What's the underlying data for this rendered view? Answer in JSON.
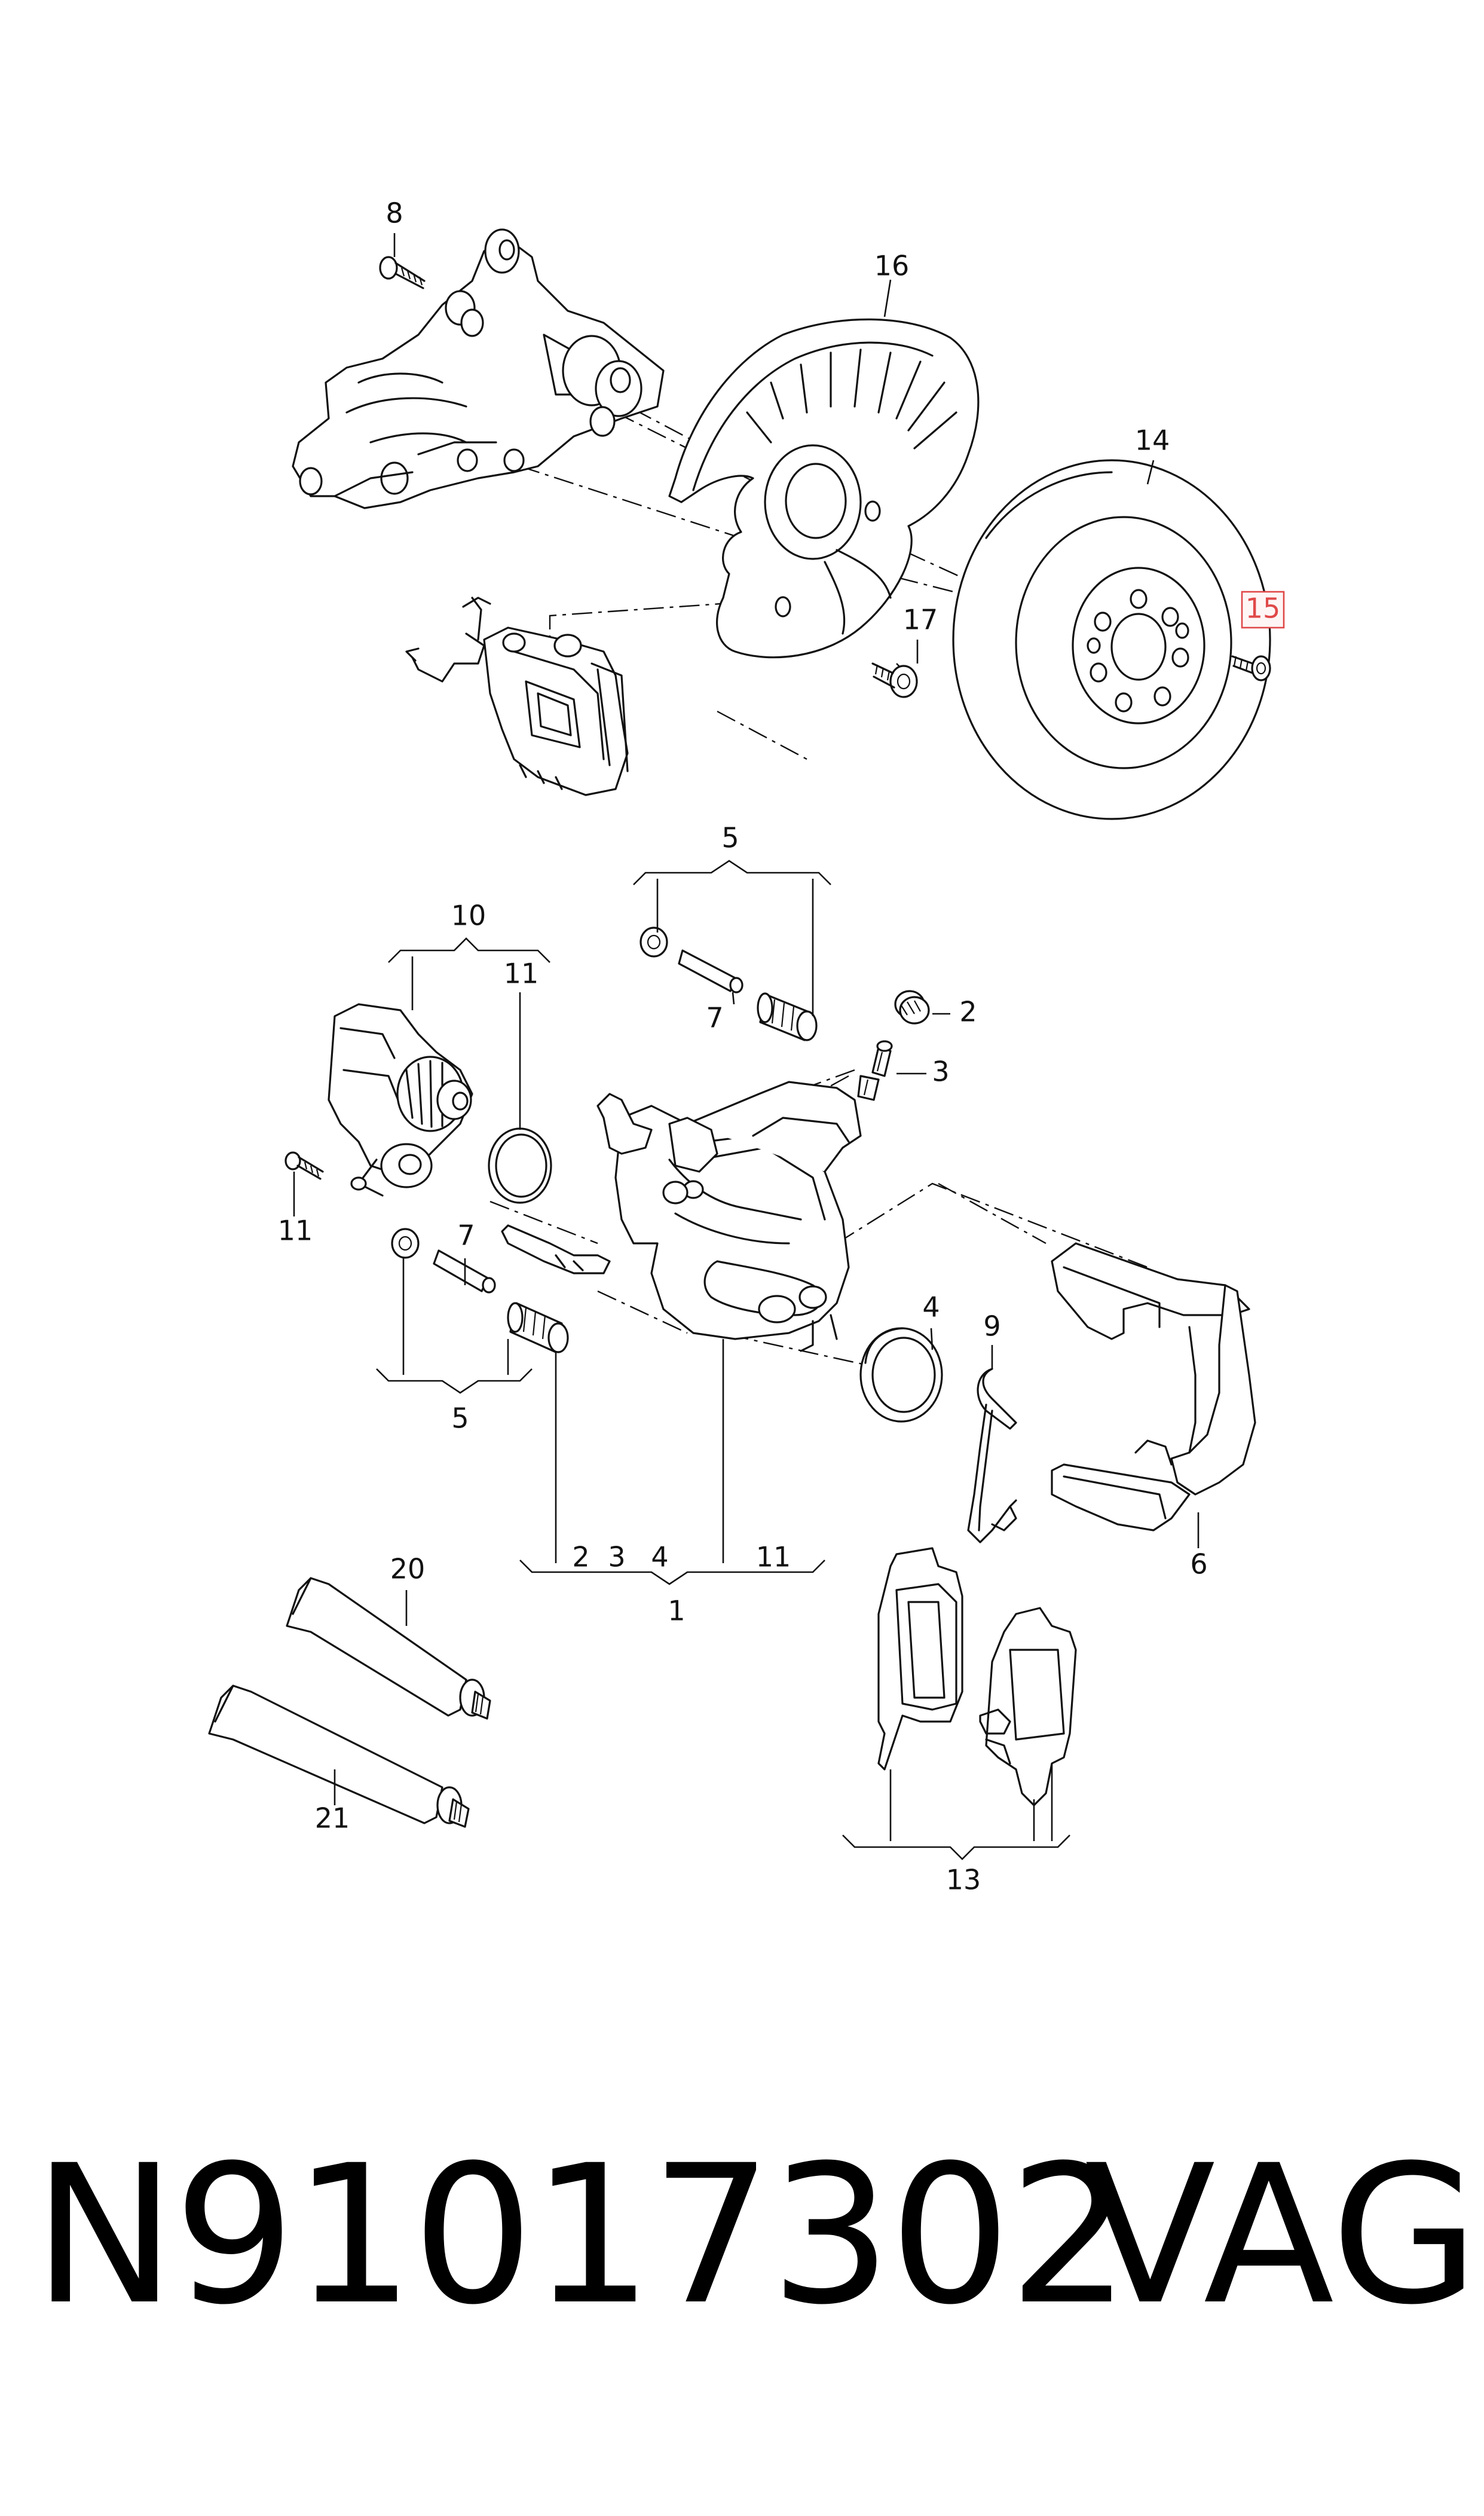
{
  "callouts": {
    "c1": "1",
    "c2": "2",
    "c2b": "2",
    "c3": "3",
    "c3b": "3",
    "c4": "4",
    "c4b": "4",
    "c5a": "5",
    "c5b": "5",
    "c6": "6",
    "c7a": "7",
    "c7b": "7",
    "c8": "8",
    "c9": "9",
    "c10": "10",
    "c11a": "11",
    "c11b": "11",
    "c11c": "11",
    "c13": "13",
    "c14": "14",
    "c15": "15",
    "c16": "16",
    "c17": "17",
    "c20": "20",
    "c21": "21"
  },
  "highlight": {
    "callout": "15",
    "color": "#e04848"
  },
  "footer": {
    "part_number": "N91017302",
    "brand": "VAG"
  }
}
